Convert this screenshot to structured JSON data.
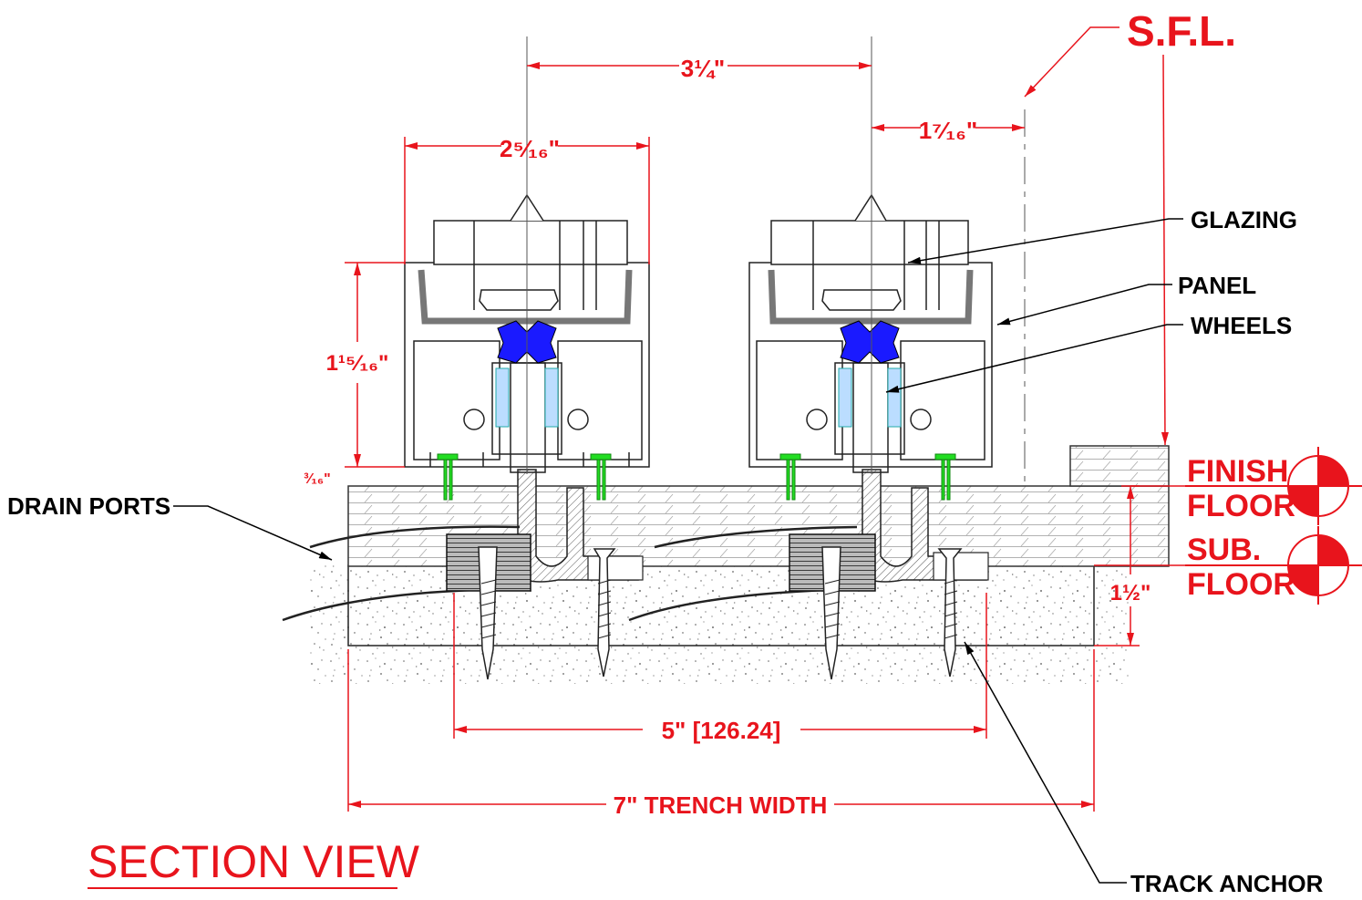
{
  "title": "SECTION VIEW",
  "reference": "S.F.L.",
  "dimensions": {
    "panel_spacing": "3¼\"",
    "panel_width": "2⁵⁄₁₆\"",
    "offset_to_sfl": "1⁷⁄₁₆\"",
    "panel_height": "1¹⁵⁄₁₆\"",
    "bottom_gap": "³⁄₁₆\"",
    "floor_depth": "1½\"",
    "anchor_spacing": "5\" [126.24]",
    "trench_width": "7\" TRENCH WIDTH"
  },
  "levels": {
    "finish_floor_line1": "FINISH",
    "finish_floor_line2": "FLOOR",
    "sub_floor_line1": "SUB.",
    "sub_floor_line2": "FLOOR"
  },
  "callouts": {
    "glazing": "GLAZING",
    "panel": "PANEL",
    "wheels": "WHEELS",
    "drain_ports": "DRAIN PORTS",
    "track_anchor": "TRACK ANCHOR"
  },
  "colors": {
    "dimension": "#e8141c",
    "wheel": "#1a1aff",
    "seal": "#22dd22",
    "linework": "#000000"
  }
}
